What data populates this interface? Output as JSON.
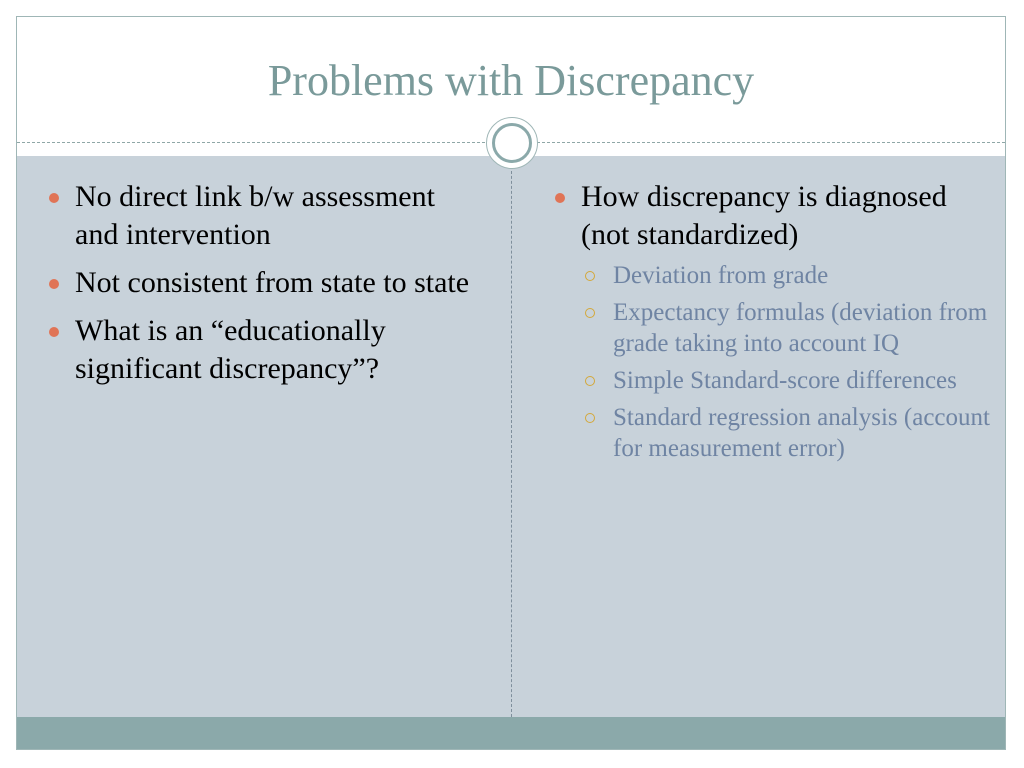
{
  "slide": {
    "title": "Problems with Discrepancy",
    "left_column": {
      "bullets": [
        "No direct link b/w assessment and intervention",
        "Not consistent from state to state",
        "What is an “educationally significant discrepancy”?"
      ]
    },
    "right_column": {
      "bullets": [
        "How discrepancy is diagnosed (not standardized)"
      ],
      "sub_bullets": [
        "Deviation from grade",
        "Expectancy formulas (deviation from grade taking into account IQ",
        "Simple Standard-score differences",
        "Standard regression analysis (account for measurement error)"
      ]
    }
  },
  "colors": {
    "title": "#7a9a9a",
    "content_background": "#c8d2da",
    "footer_band": "#8ba9aa",
    "bullet": "#e07456",
    "sub_bullet_marker": "#d4a83a",
    "sub_bullet_text": "#6f84a3"
  },
  "icons": {
    "bullet": "filled-circle-bullet-icon",
    "sub_bullet": "hollow-circle-bullet-icon",
    "ornament": "double-ring-ornament"
  }
}
